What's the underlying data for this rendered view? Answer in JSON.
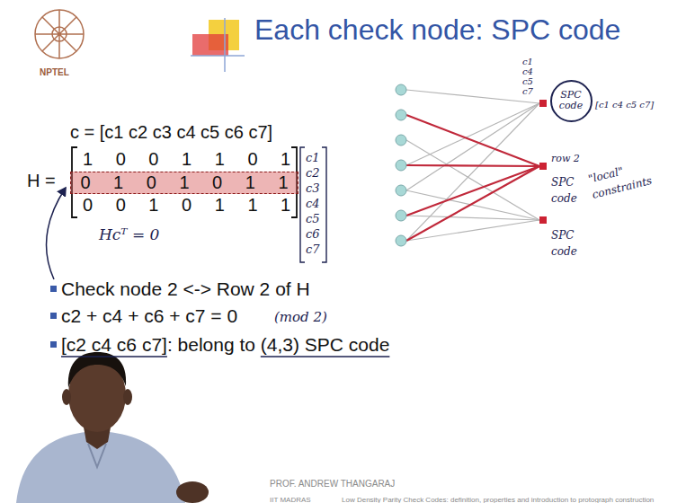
{
  "diagram": {
    "title": "Each check node: SPC code",
    "nodes": [
      {
        "text": [
          "0 1 0 1 0 1 1"
        ]
      },
      {
        "text": [
          "SPC code"
        ]
      }
    ],
    "labels": [
      "NPTEL",
      "c = [c1 c2 c3 c4 c5 c6 c7]",
      "H =",
      "1 0 0 1 1 0 1",
      "0 0 1 0 1 1 1",
      "c1",
      "c2",
      "c3",
      "c4",
      "c5",
      "c6",
      "c7",
      "Hcᵀ = 0",
      "c1",
      "c4",
      "c5",
      "c7",
      "[c1 c4 c5 c7]",
      "row 2",
      "SPC code",
      "\"local\" constraints",
      "SPC code",
      "Check node 2 <-> Row 2 of H",
      "c2 + c4 + c6 + c7 = 0",
      "(mod 2)",
      "[c2 c4 c6 c7]: belong to (4,3) SPC code",
      "PROF. ANDREW THANGARAJ",
      "IIT MADRAS",
      "Low Density Parity Check Codes: definition, properties and introduction to protograph construction"
    ]
  }
}
